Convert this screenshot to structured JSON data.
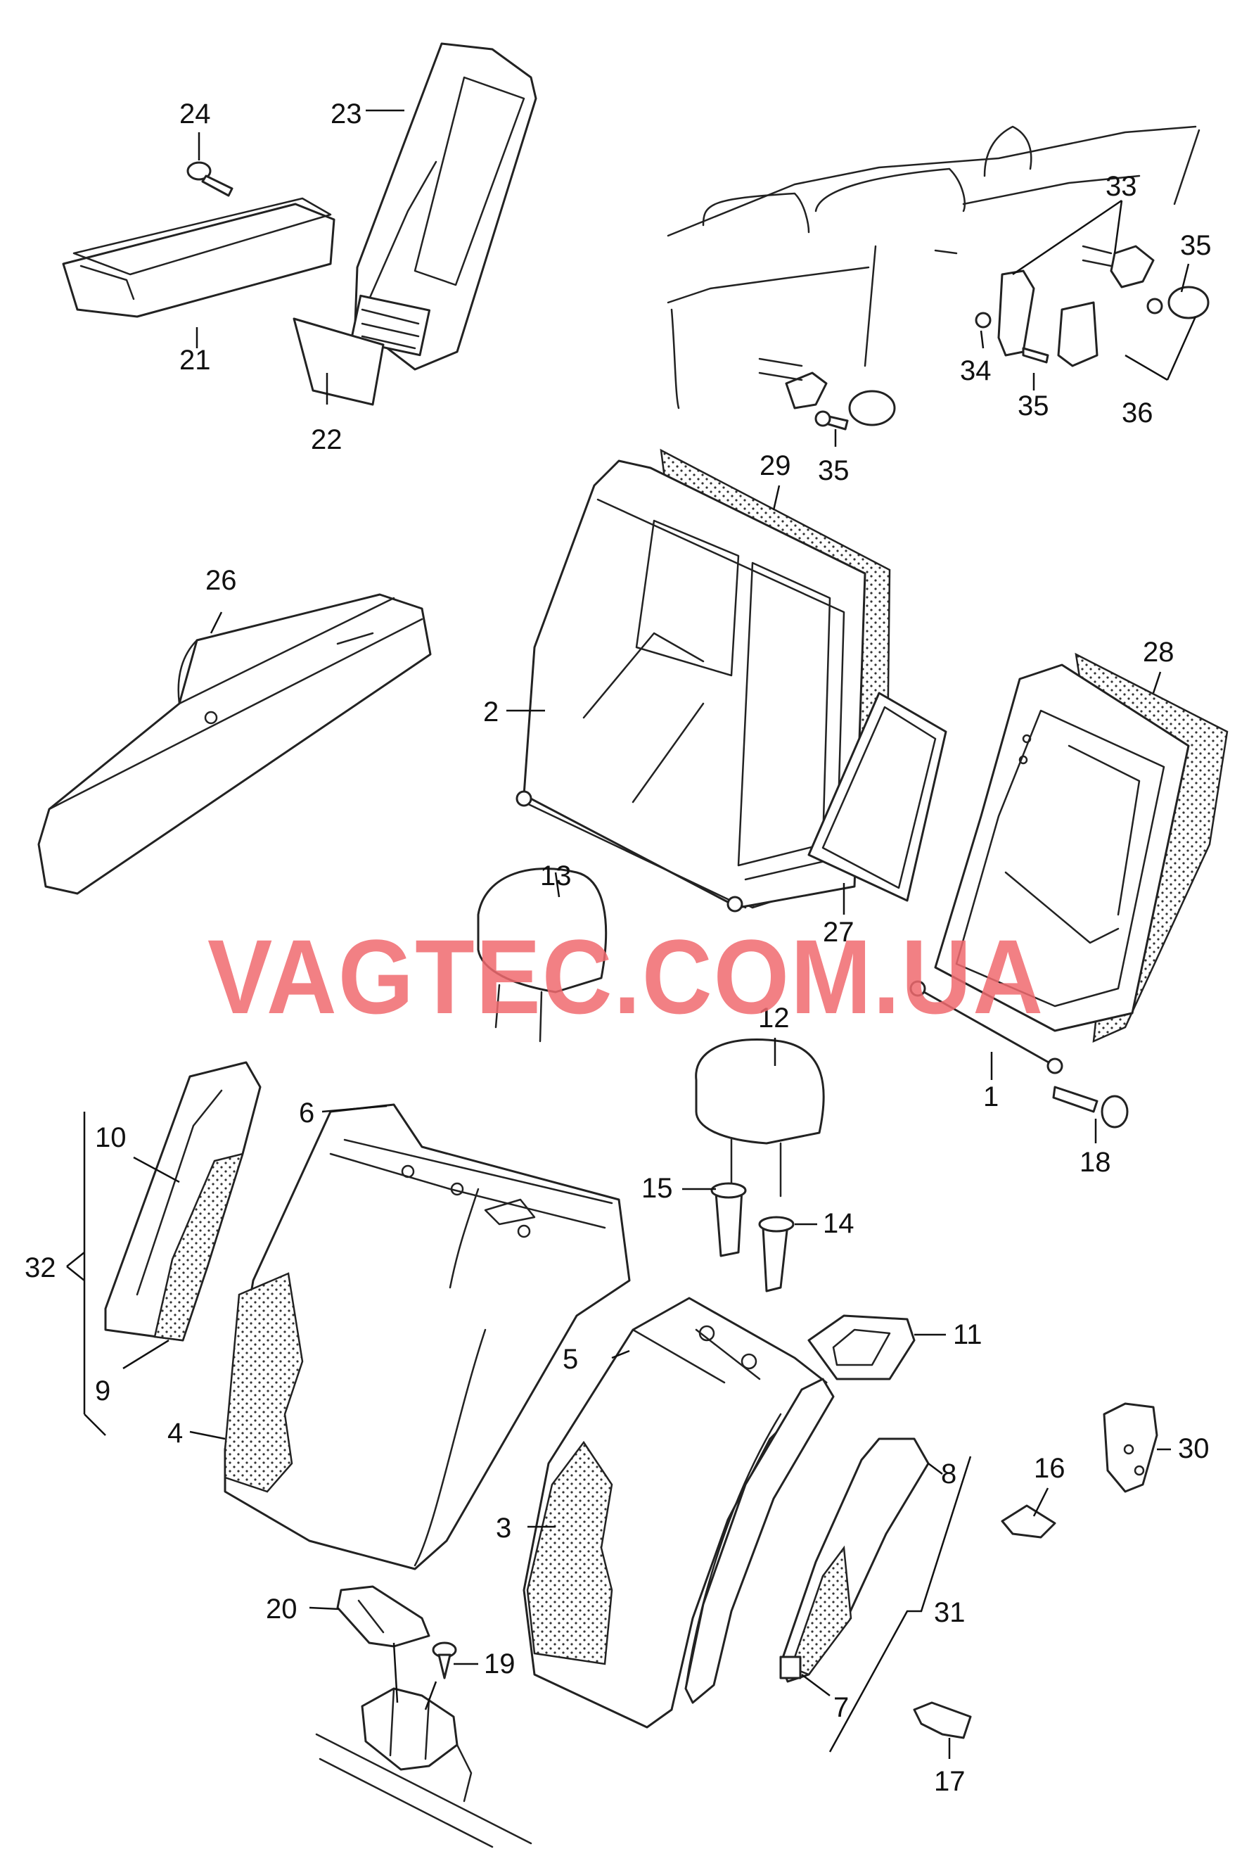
{
  "watermark": "VAGTEC.COM.UA",
  "colors": {
    "watermark": "#f06a6f",
    "line": "#222222"
  },
  "callouts": {
    "c1": "1",
    "c2": "2",
    "c3": "3",
    "c4": "4",
    "c5": "5",
    "c6": "6",
    "c7": "7",
    "c8": "8",
    "c9": "9",
    "c10": "10",
    "c11": "11",
    "c12": "12",
    "c13": "13",
    "c14": "14",
    "c15": "15",
    "c16": "16",
    "c17": "17",
    "c18": "18",
    "c19": "19",
    "c20": "20",
    "c21": "21",
    "c22": "22",
    "c23": "23",
    "c24": "24",
    "c26": "26",
    "c27": "27",
    "c28": "28",
    "c29": "29",
    "c30": "30",
    "c31": "31",
    "c32": "32",
    "c33": "33",
    "c34": "34",
    "c35a": "35",
    "c35b": "35",
    "c35c": "35",
    "c36": "36"
  }
}
